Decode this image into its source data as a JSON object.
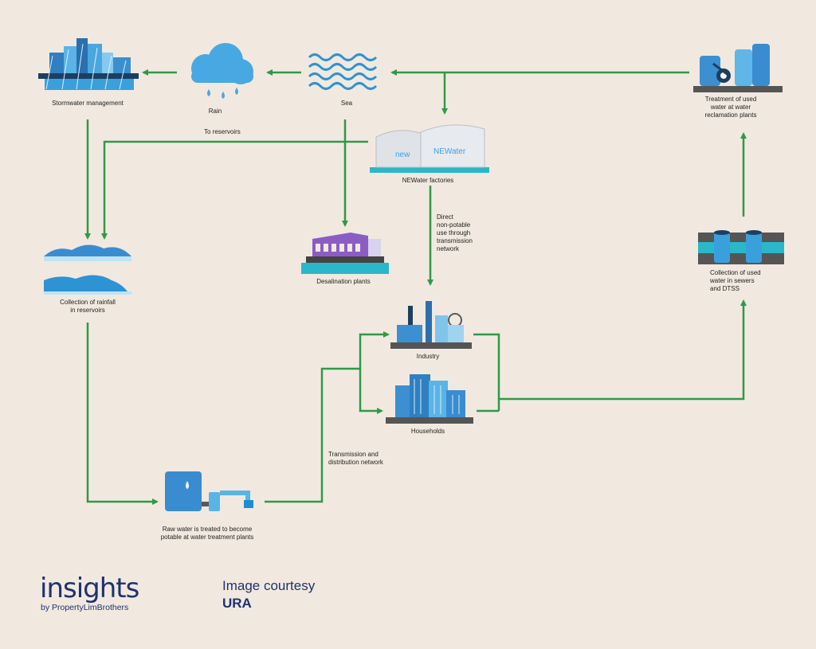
{
  "nodes": {
    "stormwater": "Stormwater management",
    "rain": "Rain",
    "sea": "Sea",
    "treatment_used_water": [
      "Treatment of used",
      "water at water",
      "reclamation plants"
    ],
    "newater_factories": "NEWater factories",
    "newater_sign_1": "new",
    "newater_sign_2": "NEWater",
    "desalination": "Desalination plants",
    "reservoirs": [
      "Collection of rainfall",
      "in reservoirs"
    ],
    "industry": "Industry",
    "households": "Households",
    "collection_used_water": [
      "Collection of used",
      "water in sewers",
      "and DTSS"
    ],
    "water_treatment": [
      "Raw water is treated to become",
      "potable at water treatment plants"
    ]
  },
  "edges": {
    "to_reservoirs": "To reservoirs",
    "direct_use": [
      "Direct",
      "non-potable",
      "use through",
      "transmission",
      "network"
    ],
    "transmission": [
      "Transmission and",
      "distribution network"
    ]
  },
  "footer": {
    "brand": "insights",
    "brand_sub": "by PropertyLimBrothers",
    "courtesy": "Image courtesy",
    "source": "URA"
  },
  "colors": {
    "background": "#f1e9df",
    "arrow": "#2e9a48",
    "water_blue": "#3aa0dc",
    "teal": "#2ab7c9",
    "brand_navy": "#1f3170"
  }
}
